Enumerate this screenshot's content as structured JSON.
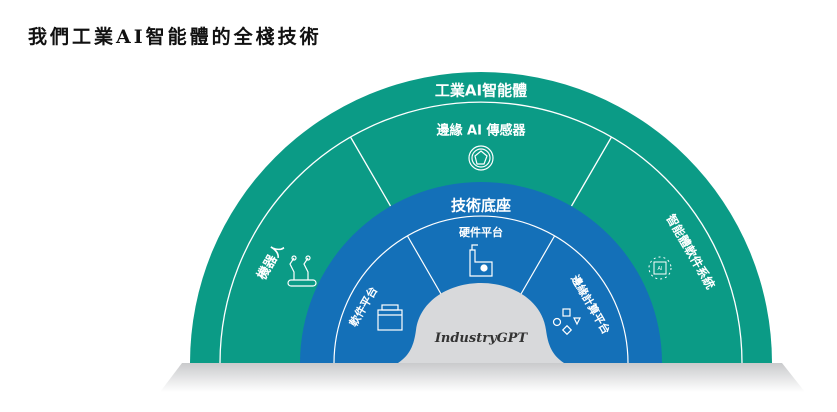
{
  "title": "我們工業AI智能體的全棧技術",
  "colors": {
    "green": "#0b9b86",
    "blue": "#1470b8",
    "core": "#d8d9db",
    "base": "#d4d5d7"
  },
  "outer_ring": {
    "title": "工業AI智能體",
    "segments": [
      {
        "label": "機器人",
        "icon": "robot-arms-icon"
      },
      {
        "label": "邊緣 AI 傳感器",
        "icon": "camera-aperture-icon"
      },
      {
        "label": "智能體軟件系統",
        "icon": "ai-chip-icon"
      }
    ]
  },
  "inner_ring": {
    "title": "技術底座",
    "segments": [
      {
        "label": "軟件平台",
        "icon": "software-window-icon"
      },
      {
        "label": "硬件平台",
        "icon": "factory-icon"
      },
      {
        "label": "邊緣計算平台",
        "icon": "edge-nodes-icon"
      }
    ]
  },
  "core": {
    "label": "IndustryGPT"
  }
}
